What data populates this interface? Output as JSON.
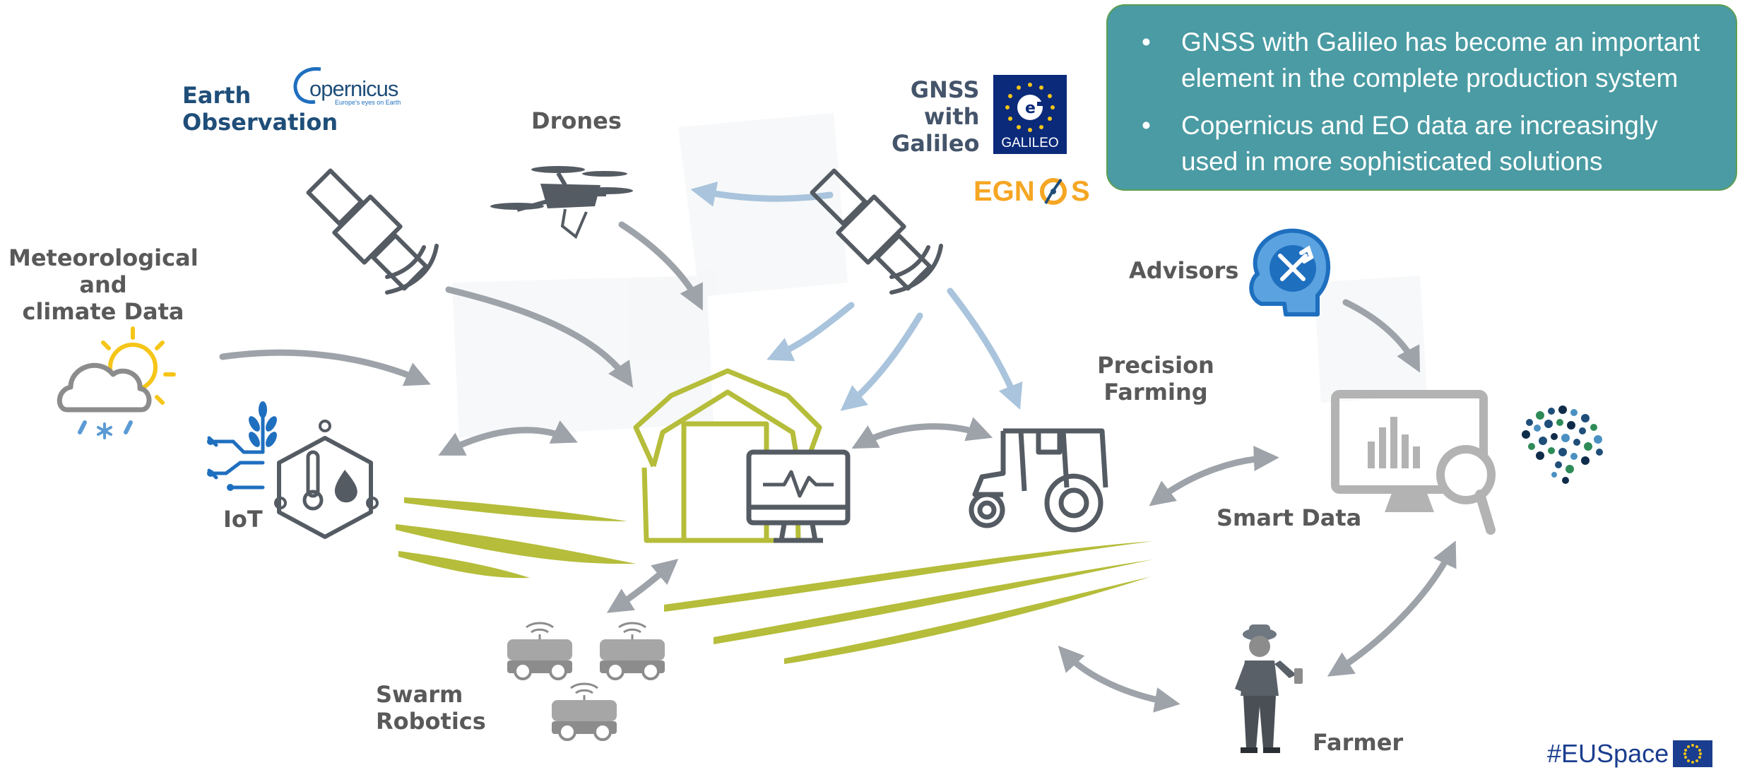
{
  "labels": {
    "earth_observation": "Earth\nObservation",
    "drones": "Drones",
    "gnss": "GNSS\nwith\nGalileo",
    "meteo": "Meteorological\nand\nclimate  Data",
    "advisors": "Advisors",
    "precision_farming": "Precision\nFarming",
    "iot": "IoT",
    "smart_data": "Smart Data",
    "swarm_robotics": "Swarm\nRobotics",
    "farmer": "Farmer"
  },
  "info_box": {
    "bullet": "•",
    "items": [
      "GNSS with Galileo has become an important element in the complete production system",
      "Copernicus and EO data are increasingly used in more sophisticated solutions"
    ]
  },
  "logos": {
    "copernicus_wordmark": "opernicus",
    "copernicus_tagline": "Europe's eyes on Earth",
    "galileo_text": "GALILEO",
    "egnos_text_left": "EGN",
    "egnos_text_right": "S"
  },
  "footer": {
    "hashtag": "#EUSpace"
  },
  "colors": {
    "label_gray": "#595959",
    "eo_blue": "#1f4e79",
    "gnss_slate": "#44546a",
    "info_box_bg": "#4a9ba3",
    "info_box_border": "#5b9e53",
    "barn_green": "#b5bd3a",
    "arrow_gray": "#9ea3aa",
    "arrow_blue": "#a9c4dc",
    "icon_dark": "#555b63",
    "icon_blue": "#1f6fbf",
    "egnos_orange": "#f5a623",
    "eu_blue": "#1a3d8f"
  }
}
